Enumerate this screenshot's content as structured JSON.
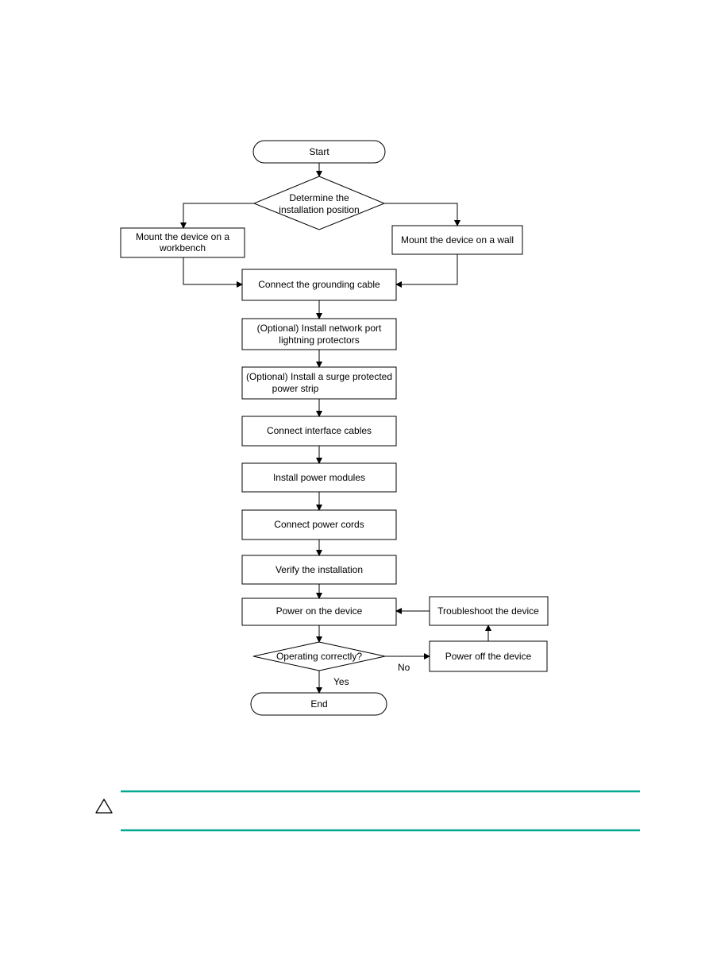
{
  "flowchart": {
    "nodes": {
      "start": {
        "label": "Start"
      },
      "decide_position": {
        "label_lines": [
          "Determine the",
          "installation position"
        ]
      },
      "workbench": {
        "label_lines": [
          "Mount the device on a",
          "workbench"
        ]
      },
      "wall": {
        "label": "Mount the device on a wall"
      },
      "grounding": {
        "label": "Connect the grounding cable"
      },
      "lightning": {
        "label_lines": [
          "(Optional) Install network port",
          "lightning protectors"
        ]
      },
      "surge": {
        "label_lines": [
          "(Optional) Install a surge protected",
          "power strip"
        ]
      },
      "interface": {
        "label": "Connect interface cables"
      },
      "power_modules": {
        "label": "Install power modules"
      },
      "power_cords": {
        "label": "Connect power cords"
      },
      "verify": {
        "label": "Verify the installation"
      },
      "power_on": {
        "label": "Power on the device"
      },
      "troubleshoot": {
        "label": "Troubleshoot the device"
      },
      "decide_ok": {
        "label": "Operating correctly?"
      },
      "power_off": {
        "label": "Power off the device"
      },
      "end": {
        "label": "End"
      }
    },
    "edge_labels": {
      "no": "No",
      "yes": "Yes"
    }
  },
  "caution": {
    "icon": "warning-triangle-icon",
    "rule_color": "#00a88f"
  }
}
